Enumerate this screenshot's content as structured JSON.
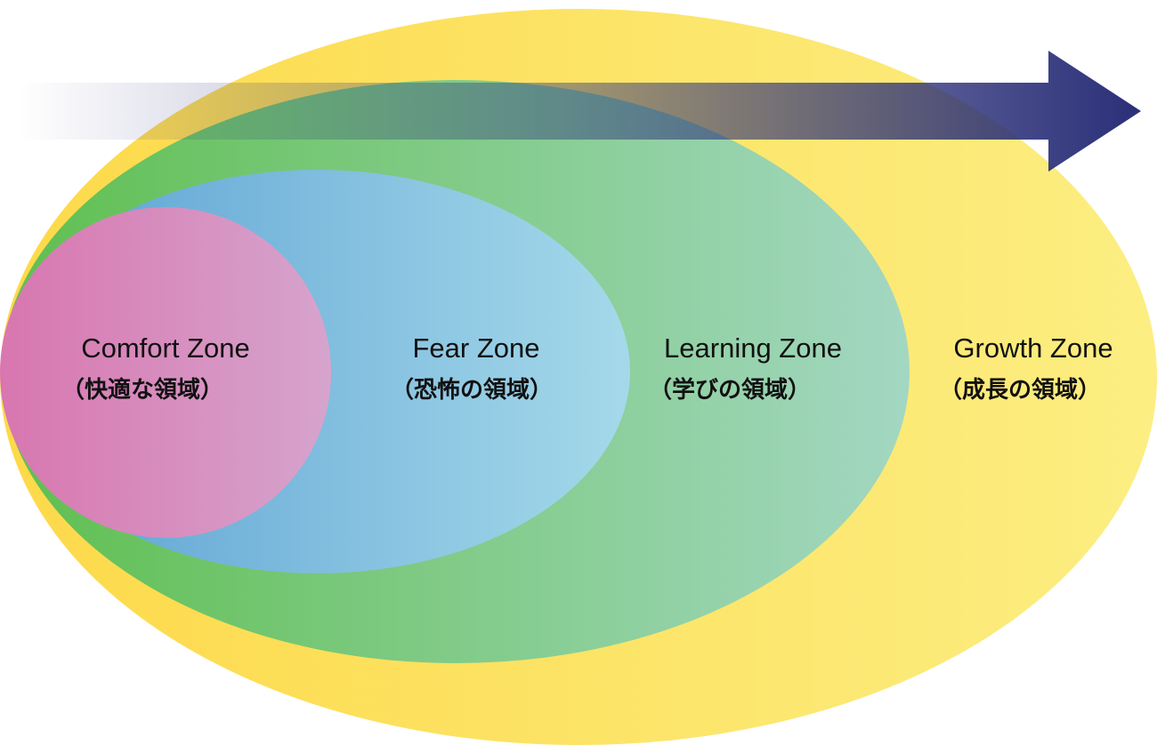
{
  "zones": [
    {
      "id": "comfort",
      "title": "Comfort Zone",
      "subtitle": "（快適な領域）"
    },
    {
      "id": "fear",
      "title": "Fear Zone",
      "subtitle": "（恐怖の領域）"
    },
    {
      "id": "learning",
      "title": "Learning Zone",
      "subtitle": "（学びの領域）"
    },
    {
      "id": "growth",
      "title": "Growth Zone",
      "subtitle": "（成長の領域）"
    }
  ],
  "colors": {
    "growth": [
      "#fdd94a",
      "#fcee82"
    ],
    "learning": [
      "#5fbf4f",
      "#a3d7c2"
    ],
    "fear": [
      "#5aa0d2",
      "#a5d9ea"
    ],
    "comfort": [
      "#d876b0",
      "#d6a4cd"
    ],
    "arrow": "#2a2f78"
  },
  "arrow_direction": "right"
}
